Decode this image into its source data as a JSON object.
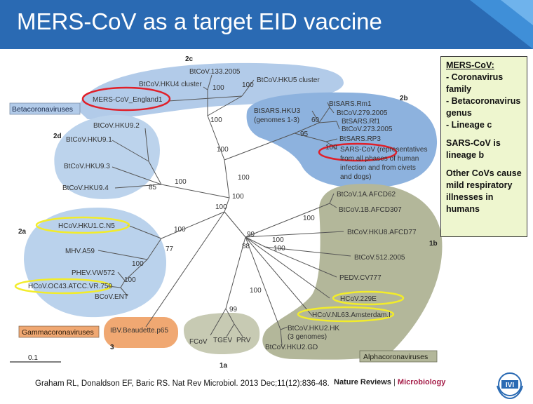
{
  "slide": {
    "title": "MERS-CoV as a target EID vaccine",
    "citation": "Graham RL, Donaldson EF, Baric RS. Nat Rev Microbiol. 2013 Dec;11(12):836-48.",
    "journal_a": "Nature Reviews",
    "journal_sep": "|",
    "journal_b": "Microbiology",
    "logo_text": "IVI",
    "accent_color": "#2a6ab3",
    "highlight_red": "#e0202a",
    "highlight_yellow": "#f2ec2a"
  },
  "note": {
    "heading": "MERS-CoV:",
    "lines1": [
      "- Coronavirus",
      "family",
      "- Betacoronavirus",
      "genus",
      "- Lineage c"
    ],
    "p2": [
      "SARS-CoV is",
      "lineage b"
    ],
    "p3": [
      "Other CoVs cause",
      "mild respiratory",
      "illnesses in",
      "humans"
    ]
  },
  "genera": {
    "beta": "Betacoronaviruses",
    "gamma": "Gammacoronaviruses",
    "alpha": "Alphacoronaviruses"
  },
  "clades": {
    "c2c": "2c",
    "c2b": "2b",
    "c2d": "2d",
    "c2a": "2a",
    "c1b": "1b",
    "c1a": "1a",
    "c3": "3"
  },
  "taxa": {
    "hku133": "BtCoV.133.2005",
    "hku4": "BtCoV.HKU4 cluster",
    "hku5": "BtCoV.HKU5 cluster",
    "mers": "MERS-CoV_England1",
    "hku3": "BtSARS.HKU3",
    "hku3b": "(genomes 1-3)",
    "rm1": "BtSARS.Rm1",
    "b279": "BtCoV.279.2005",
    "rf1": "BtSARS.Rf1",
    "b273": "BtCoV.273.2005",
    "rp3": "BtSARS.RP3",
    "sars1": "SARS-CoV (representatives",
    "sars2": "from all phases of human",
    "sars3": "infection and from civets",
    "sars4": "and dogs)",
    "hku92": "BtCoV.HKU9.2",
    "hku91": "BtCoV.HKU9.1",
    "hku93": "BtCoV.HKU9.3",
    "hku94": "BtCoV.HKU9.4",
    "hku1": "HCoV.HKU1.C.N5",
    "mhv": "MHV.A59",
    "phev": "PHEV.VW572",
    "oc43": "HCoV.OC43.ATCC.VR.759",
    "bcov": "BCoV.ENT",
    "ibv": "IBV.Beaudette.p65",
    "a1a": "BtCoV.1A.AFCD62",
    "a1b": "BtCoV.1B.AFCD307",
    "hku8": "BtCoV.HKU8.AFCD77",
    "b512": "BtCoV.512.2005",
    "pedv": "PEDV.CV777",
    "e229": "HCoV.229E",
    "nl63": "HCoV.NL63.Amsterdam.I",
    "hku2": "BtCoV.HKU2.HK",
    "hku2b": "(3 genomes)",
    "hku2gd": "BtCoV.HKU2.GD",
    "fcov": "FCoV",
    "tgev": "TGEV",
    "prv": "PRV"
  },
  "bootstrap": {
    "b_2c_100": "100",
    "b_2c_100b": "100",
    "b_2b_60": "60",
    "b_2b_95": "95",
    "b_2b_100": "100",
    "b_beta_100a": "100",
    "b_beta_100b": "100",
    "b_beta_100c": "100",
    "b_beta_100d": "100",
    "b_2d_85": "85",
    "b_root_100a": "100",
    "b_root_100b": "100",
    "b_2a_100": "100",
    "b_2a_77": "77",
    "b_2a_100b": "100",
    "b_2a_100c": "100",
    "b_alpha_99": "99",
    "b_alpha_88": "88",
    "b_alpha_100a": "100",
    "b_alpha_100b": "100",
    "b_alpha_100c": "100",
    "b_1a_99": "99",
    "b_1a_100": "100"
  },
  "scale": {
    "label": "0.1"
  }
}
